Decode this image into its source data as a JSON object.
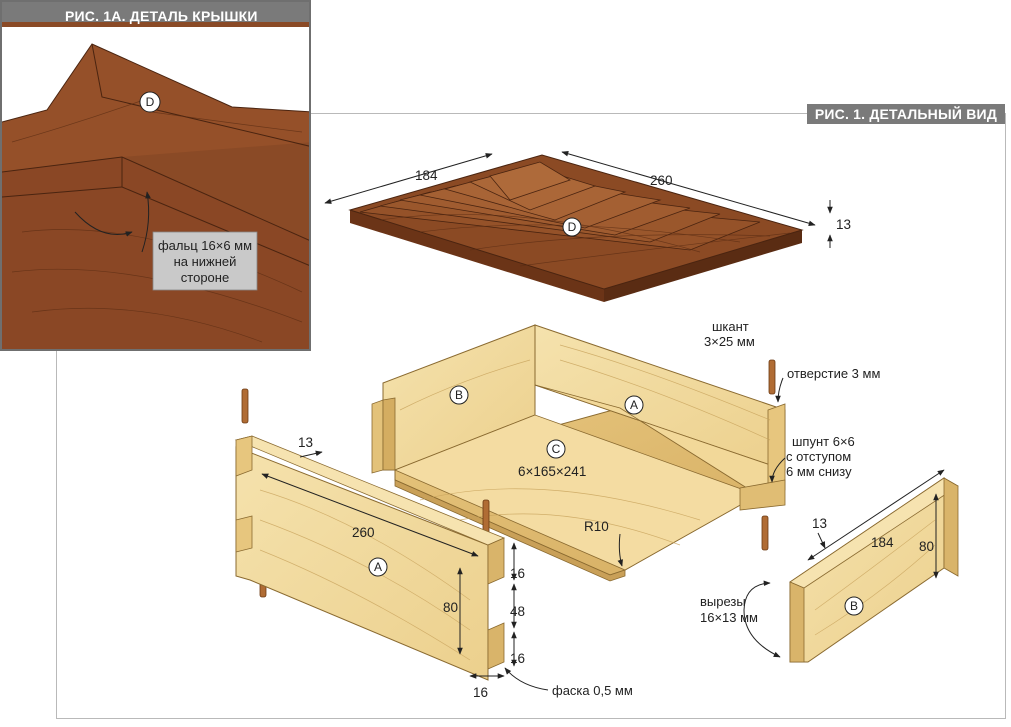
{
  "main_figure": {
    "title": "РИС. 1. ДЕТАЛЬНЫЙ ВИД"
  },
  "inset_figure": {
    "title": "РИС. 1А. ДЕТАЛЬ КРЫШКИ",
    "part_label": "D",
    "note": [
      "фальц 16×6 мм",
      "на нижней",
      "стороне"
    ]
  },
  "parts": {
    "lid": "D",
    "bottom": "C",
    "bottom_size": "6×165×241",
    "side_back": "A",
    "side_front": "A",
    "end_left": "B",
    "end_right": "B"
  },
  "dimensions": {
    "lid_width": "184",
    "lid_length": "260",
    "lid_thickness": "13",
    "side_thickness": "13",
    "side_length": "260",
    "side_height": "80",
    "slot_top": "16",
    "slot_middle": "48",
    "slot_bottom": "16",
    "slot_width": "16",
    "end_thickness": "13",
    "end_length": "184",
    "end_height": "80",
    "bottom_radius": "R10"
  },
  "callouts": {
    "dowel": [
      "шкант",
      "3×25 мм"
    ],
    "hole": "отверстие 3 мм",
    "groove": [
      "шпунт 6×6",
      "с отступом",
      "6 мм снизу"
    ],
    "notches": [
      "вырезы",
      "16×13 мм"
    ],
    "chamfer": "фаска 0,5 мм"
  },
  "colors": {
    "walnut": "#8b4a24",
    "walnut_dark": "#6b3417",
    "pine": "#f0d79a",
    "pine_dark": "#d9b46a",
    "tab_gray": "#7a7a7a"
  }
}
